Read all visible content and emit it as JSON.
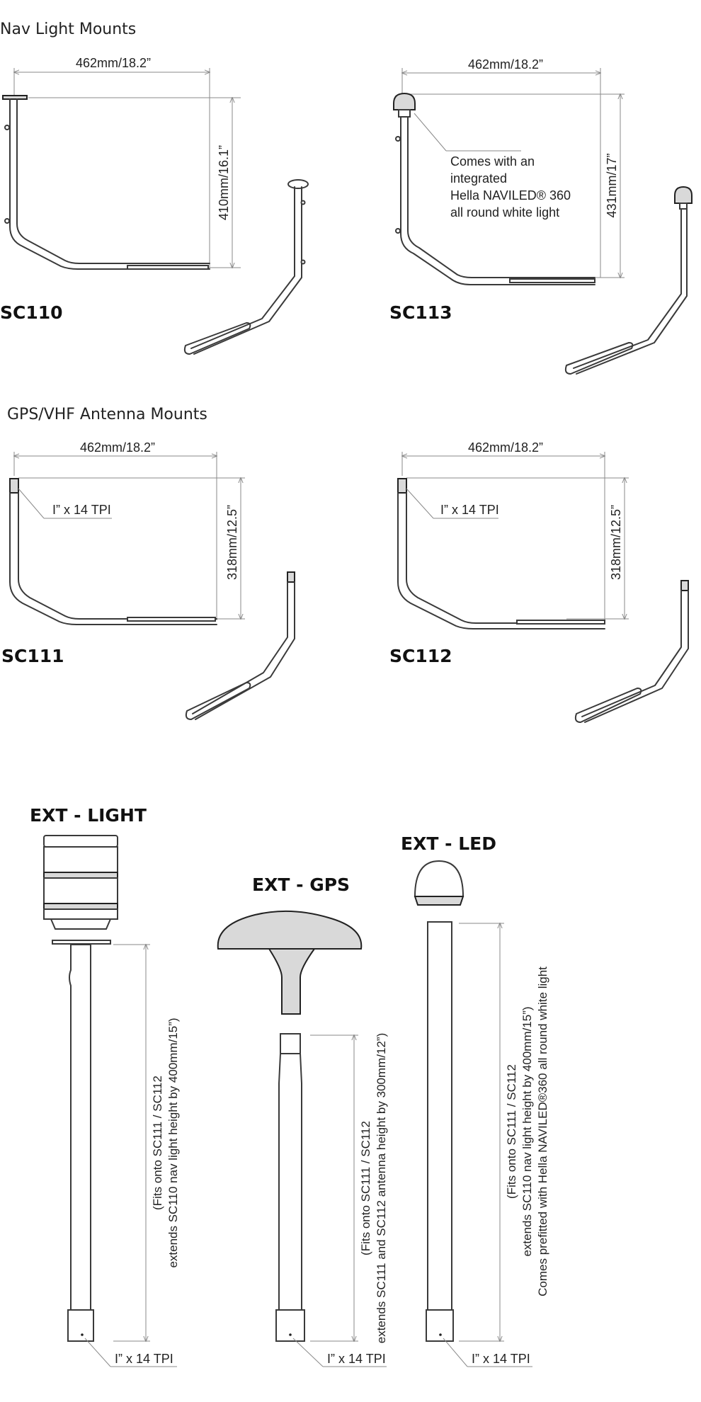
{
  "sections": {
    "nav": "Nav Light Mounts",
    "gps": "GPS/VHF Antenna Mounts"
  },
  "mounts": [
    {
      "model": "SC110",
      "width": "462mm/18.2”",
      "height": "410mm/16.1”"
    },
    {
      "model": "SC113",
      "width": "462mm/18.2”",
      "height": "431mm/17”",
      "note": [
        "Comes with an",
        "integrated",
        "Hella NAVILED® 360",
        "all round white light"
      ]
    },
    {
      "model": "SC111",
      "width": "462mm/18.2”",
      "height": "318mm/12.5”",
      "thread": "I” x 14 TPI"
    },
    {
      "model": "SC112",
      "width": "462mm/18.2”",
      "height": "318mm/12.5”",
      "thread": "I” x 14 TPI"
    }
  ],
  "extensions": [
    {
      "model": "EXT - LIGHT",
      "text": [
        "(Fits onto SC111 / SC112",
        "extends SC110 nav light height by 400mm/15”)"
      ],
      "thread": "I” x 14 TPI"
    },
    {
      "model": "EXT - GPS",
      "text": [
        "(Fits onto SC111 / SC112",
        "extends SC111 and SC112 antenna height by 300mm/12”)"
      ],
      "thread": "I” x 14 TPI"
    },
    {
      "model": "EXT - LED",
      "text": [
        "(Fits onto SC111 / SC112",
        "extends SC110 nav light height by 400mm/15”)",
        "Comes prefitted with Hella NAVILED®360 all round white light"
      ],
      "thread": "I” x 14 TPI"
    }
  ]
}
